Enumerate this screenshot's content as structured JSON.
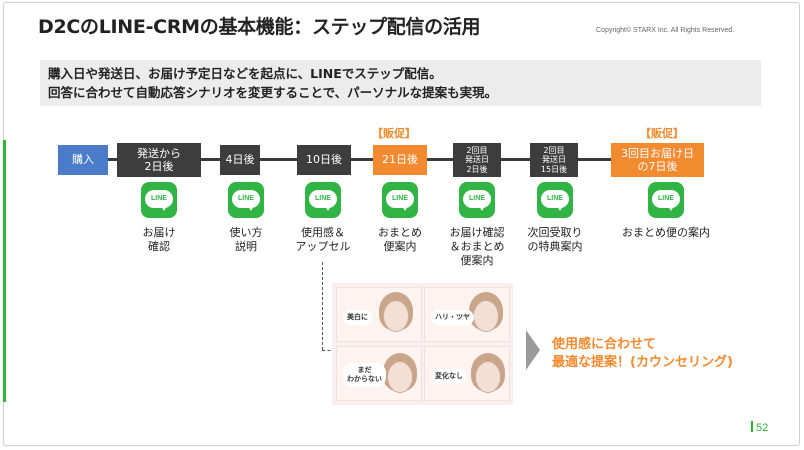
{
  "slide": {
    "title": "D2CのLINE-CRMの基本機能：ステップ配信の活用",
    "copyright": "Copyright© STARX Inc. All Rights Reserved.",
    "summary": [
      "購入日や発送日、お届け予定日などを起点に、LINEでステップ配信。",
      "回答に合わせて自動応答シナリオを変更することで、パーソナルな提案も実現。"
    ],
    "page_number": "52"
  },
  "timeline": {
    "steps": [
      {
        "label": "購入",
        "color": "#4a7cc9"
      },
      {
        "label": "発送から\n2日後",
        "color": "#3d3d3d"
      },
      {
        "label": "4日後",
        "color": "#3d3d3d"
      },
      {
        "label": "10日後",
        "color": "#3d3d3d"
      },
      {
        "label": "21日後",
        "color": "#f28a30",
        "promo": "【販促】"
      },
      {
        "label": "2回目\n発送日\n2日後",
        "color": "#3d3d3d"
      },
      {
        "label": "2回目\n発送日\n15日後",
        "color": "#3d3d3d"
      },
      {
        "label": "3回目お届け日\nの7日後",
        "color": "#f28a30",
        "promo": "【販促】"
      }
    ],
    "messages": [
      {
        "icon": "line-app-icon",
        "icon_text": "LINE",
        "text": "お届け\n確認"
      },
      {
        "icon": "line-app-icon",
        "icon_text": "LINE",
        "text": "使い方\n説明"
      },
      {
        "icon": "line-app-icon",
        "icon_text": "LINE",
        "text": "使用感＆\nアップセル"
      },
      {
        "icon": "line-app-icon",
        "icon_text": "LINE",
        "text": "おまとめ\n便案内"
      },
      {
        "icon": "line-app-icon",
        "icon_text": "LINE",
        "text": "お届け確認\n＆おまとめ\n便案内"
      },
      {
        "icon": "line-app-icon",
        "icon_text": "LINE",
        "text": "次回受取り\nの特典案内"
      },
      {
        "icon": "line-app-icon",
        "icon_text": "LINE",
        "text": "おまとめ便の案内"
      }
    ]
  },
  "image_panel": {
    "options": [
      "美白に",
      "ハリ・ツヤ",
      "まだ\nわからない",
      "変化なし"
    ]
  },
  "callout": {
    "lines": [
      "使用感に合わせて",
      "最適な提案！(カウンセリング)"
    ],
    "color": "#f28a30",
    "arrow_icon": "triangle-right-icon"
  },
  "colors": {
    "accent_green": "#31b53b",
    "line_green": "#30b545",
    "promo_orange": "#f28a30",
    "purchase_blue": "#4a7cc9",
    "step_dark": "#3d3d3d"
  }
}
